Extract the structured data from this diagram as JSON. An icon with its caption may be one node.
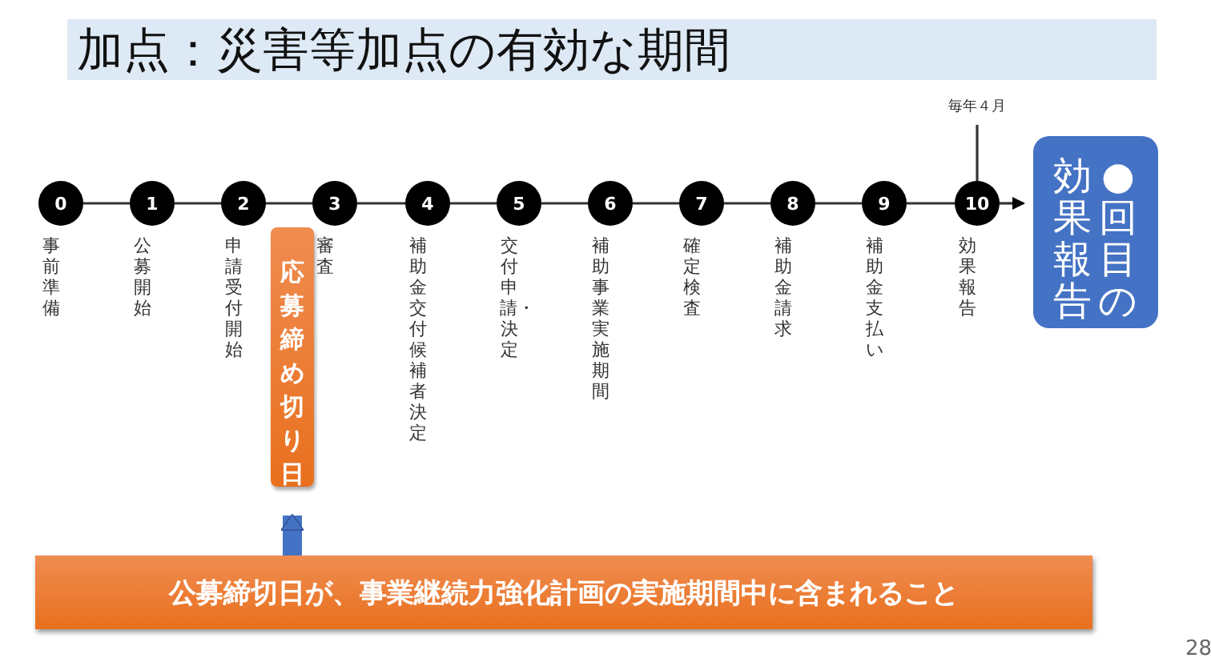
{
  "diagram": {
    "title": "加点：災害等加点の有効な期間",
    "nodes": [
      {
        "text": [
          "0"
        ],
        "beside": [
          "事前準備"
        ]
      },
      {
        "text": [
          "1"
        ],
        "beside": [
          "公募開始"
        ]
      },
      {
        "text": [
          "2"
        ],
        "beside": [
          "申請受付開始"
        ]
      },
      {
        "text": [
          "3"
        ],
        "beside": [
          "審査"
        ]
      },
      {
        "text": [
          "4"
        ],
        "beside": [
          "補助金交付候補者決定"
        ]
      },
      {
        "text": [
          "5"
        ],
        "beside": [
          "交付申請・決定"
        ]
      },
      {
        "text": [
          "6"
        ],
        "beside": [
          "補助事業実施期間"
        ]
      },
      {
        "text": [
          "7"
        ],
        "beside": [
          "確定検査"
        ]
      },
      {
        "text": [
          "8"
        ],
        "beside": [
          "補助金請求"
        ]
      },
      {
        "text": [
          "9"
        ],
        "beside": [
          "補助金支払い"
        ]
      },
      {
        "text": [
          "10"
        ],
        "beside": [
          "効果報告"
        ]
      },
      {
        "text": [
          "●回目の効果報告"
        ]
      },
      {
        "text": [
          "応募締め切り日"
        ]
      },
      {
        "text": [
          "公募締切日が、事業継続力強化計画の実施期間中に含まれること"
        ]
      },
      {
        "text": [
          "毎年４月"
        ]
      }
    ],
    "edges": [
      {
        "from": 0,
        "to": 1,
        "arrow": "none"
      },
      {
        "from": 1,
        "to": 2,
        "arrow": "none"
      },
      {
        "from": 2,
        "to": 3,
        "arrow": "none"
      },
      {
        "from": 3,
        "to": 4,
        "arrow": "none"
      },
      {
        "from": 4,
        "to": 5,
        "arrow": "none"
      },
      {
        "from": 5,
        "to": 6,
        "arrow": "none"
      },
      {
        "from": 6,
        "to": 7,
        "arrow": "none"
      },
      {
        "from": 7,
        "to": 8,
        "arrow": "none"
      },
      {
        "from": 8,
        "to": 9,
        "arrow": "none"
      },
      {
        "from": 9,
        "to": 10,
        "arrow": "none"
      },
      {
        "from": 10,
        "to": 11,
        "arrow": "to"
      },
      {
        "from": 13,
        "to": 12,
        "arrow": "to",
        "style": "thick",
        "color": "#4472c4"
      },
      {
        "from": 14,
        "to": 10,
        "arrow": "none"
      }
    ],
    "labels": [
      "28"
    ]
  }
}
